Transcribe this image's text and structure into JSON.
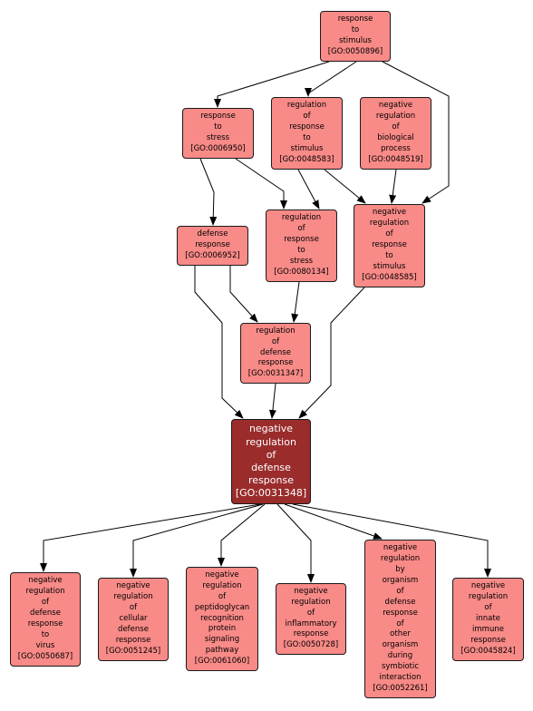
{
  "colors": {
    "node_fill": "#f88a87",
    "focus_fill": "#9a2c2c",
    "focus_text": "#ffffff",
    "edge": "#000000"
  },
  "nodes": {
    "n0050896": {
      "lines": [
        "response",
        "to",
        "stimulus",
        "[GO:0050896]"
      ]
    },
    "n0006950": {
      "lines": [
        "response",
        "to",
        "stress",
        "[GO:0006950]"
      ]
    },
    "n0048583": {
      "lines": [
        "regulation",
        "of",
        "response",
        "to",
        "stimulus",
        "[GO:0048583]"
      ]
    },
    "n0048519": {
      "lines": [
        "negative",
        "regulation",
        "of",
        "biological",
        "process",
        "[GO:0048519]"
      ]
    },
    "n0006952": {
      "lines": [
        "defense",
        "response",
        "[GO:0006952]"
      ]
    },
    "n0080134": {
      "lines": [
        "regulation",
        "of",
        "response",
        "to",
        "stress",
        "[GO:0080134]"
      ]
    },
    "n0048585": {
      "lines": [
        "negative",
        "regulation",
        "of",
        "response",
        "to",
        "stimulus",
        "[GO:0048585]"
      ]
    },
    "n0031347": {
      "lines": [
        "regulation",
        "of",
        "defense",
        "response",
        "[GO:0031347]"
      ]
    },
    "n0031348": {
      "lines": [
        "negative",
        "regulation",
        "of",
        "defense",
        "response",
        "[GO:0031348]"
      ]
    },
    "n0050687": {
      "lines": [
        "negative",
        "regulation",
        "of",
        "defense",
        "response",
        "to",
        "virus",
        "[GO:0050687]"
      ]
    },
    "n0051245": {
      "lines": [
        "negative",
        "regulation",
        "of",
        "cellular",
        "defense",
        "response",
        "[GO:0051245]"
      ]
    },
    "n0061060": {
      "lines": [
        "negative",
        "regulation",
        "of",
        "peptidoglycan",
        "recognition",
        "protein",
        "signaling",
        "pathway",
        "[GO:0061060]"
      ]
    },
    "n0050728": {
      "lines": [
        "negative",
        "regulation",
        "of",
        "inflammatory",
        "response",
        "[GO:0050728]"
      ]
    },
    "n0052261": {
      "lines": [
        "negative",
        "regulation",
        "by",
        "organism",
        "of",
        "defense",
        "response",
        "of",
        "other",
        "organism",
        "during",
        "symbiotic",
        "interaction",
        "[GO:0052261]"
      ]
    },
    "n0045824": {
      "lines": [
        "negative",
        "regulation",
        "of",
        "innate",
        "immune",
        "response",
        "[GO:0045824]"
      ]
    }
  }
}
